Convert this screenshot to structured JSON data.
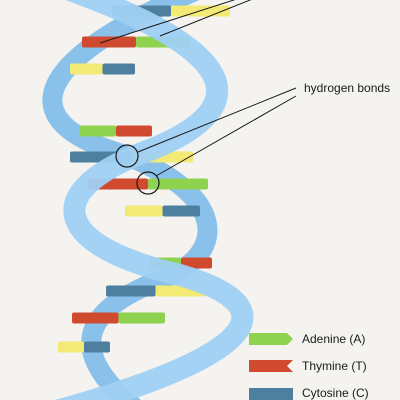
{
  "colors": {
    "background": "#f4f3f0",
    "strand": "#8ec6ef",
    "strand_edge": "#6fb2e6",
    "adenine": "#8fd24f",
    "thymine": "#cf4a2e",
    "cytosine": "#4f7f9f",
    "guanine": "#f2ea74",
    "leader": "#1a1a1a"
  },
  "annotation": {
    "hydrogen_bonds": "hydrogen bonds"
  },
  "legend": [
    {
      "key": "adenine",
      "label": "Adenine (A)",
      "color_key": "adenine"
    },
    {
      "key": "thymine",
      "label": "Thymine (T)",
      "color_key": "thymine"
    },
    {
      "key": "cytosine",
      "label": "Cytosine (C)",
      "color_key": "cytosine"
    }
  ],
  "base_pairs": [
    {
      "left": "cytosine",
      "right": "guanine"
    },
    {
      "left": "thymine",
      "right": "adenine"
    },
    {
      "left": "guanine",
      "right": "cytosine"
    },
    {
      "left": "adenine",
      "right": "thymine"
    },
    {
      "left": "cytosine",
      "right": "guanine"
    },
    {
      "left": "thymine",
      "right": "adenine"
    },
    {
      "left": "guanine",
      "right": "cytosine"
    },
    {
      "left": "adenine",
      "right": "thymine"
    },
    {
      "left": "cytosine",
      "right": "guanine"
    },
    {
      "left": "thymine",
      "right": "adenine"
    },
    {
      "left": "guanine",
      "right": "cytosine"
    }
  ]
}
